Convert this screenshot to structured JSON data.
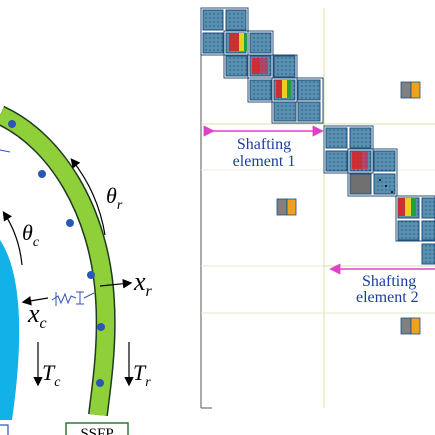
{
  "left_diagram": {
    "symbols": {
      "theta_r": "θ",
      "theta_r_sub": "r",
      "theta_c": "θ",
      "theta_c_sub": "c",
      "x_r": "x",
      "x_r_sub": "r",
      "x_c": "x",
      "x_c_sub": "c",
      "T_c": "T",
      "T_c_sub": "c",
      "T_r": "T",
      "T_r_sub": "r"
    },
    "box_label": "SSFP"
  },
  "matrix_diagram": {
    "annotations": [
      {
        "line1": "Shafting",
        "line2": "element 1"
      },
      {
        "line1": "Shafting",
        "line2": "element 2"
      }
    ]
  },
  "colors": {
    "outer_ring": "#8fcf3a",
    "inner_disk": "#12b2e8",
    "ring_dot": "#2a56b8",
    "block_fill": "#5a8fb0",
    "block_border": "#1f4e79",
    "arrow_magenta": "#e040c8",
    "annotation_blue": "#1a3fa0",
    "legend_gray": "#808080",
    "legend_orange": "#f0a020",
    "grid_line": "#d8e0a8"
  }
}
